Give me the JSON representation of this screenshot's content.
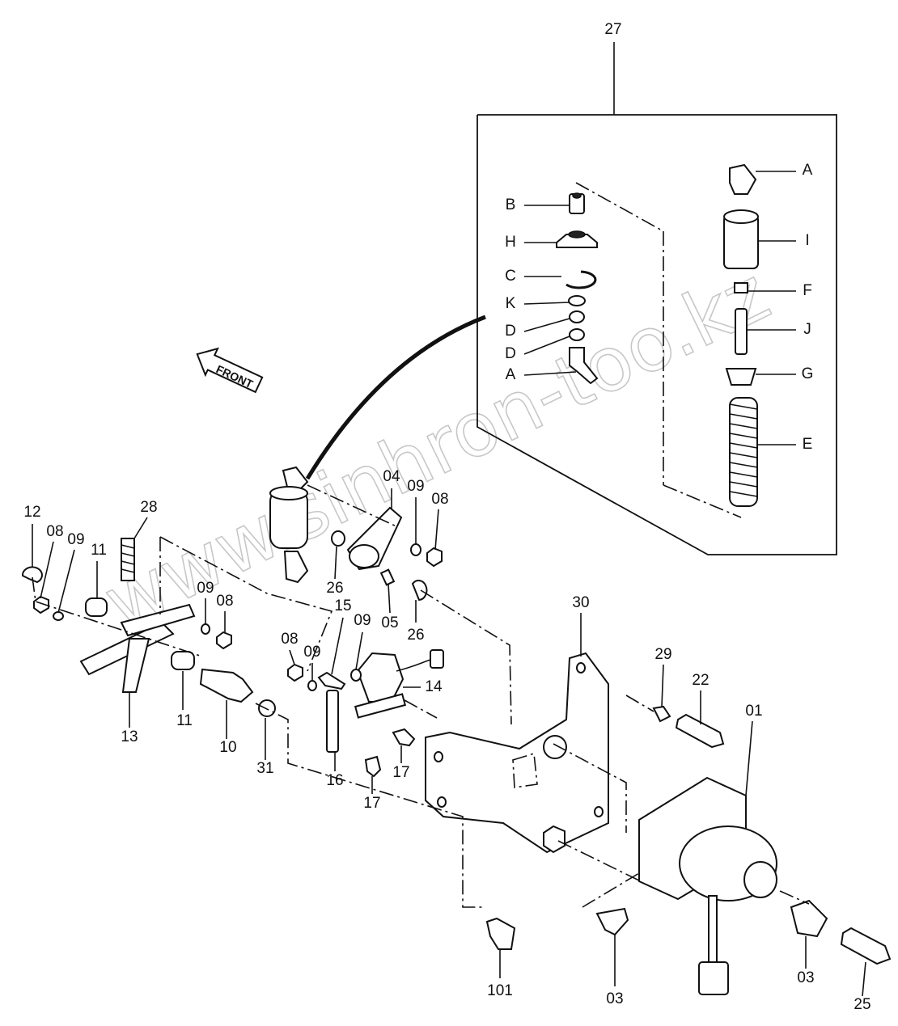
{
  "diagram": {
    "front_label": "FRONT",
    "watermark": "www.sinhron-too.kz",
    "callouts": {
      "c27": "27",
      "cA1": "A",
      "cI": "I",
      "cF": "F",
      "cJ": "J",
      "cG": "G",
      "cE": "E",
      "cB": "B",
      "cH": "H",
      "cC": "C",
      "cK": "K",
      "cD1": "D",
      "cD2": "D",
      "cA2": "A",
      "c04": "04",
      "c09a": "09",
      "c08a": "08",
      "c12": "12",
      "c08b": "08",
      "c09b": "09",
      "c11a": "11",
      "c28": "28",
      "c09c": "09",
      "c08c": "08",
      "c26a": "26",
      "c26b": "26",
      "c05": "05",
      "c15": "15",
      "c09d": "09",
      "c08d": "08",
      "c09e": "09",
      "c14": "14",
      "c13": "13",
      "c11b": "11",
      "c10": "10",
      "c31": "31",
      "c16": "16",
      "c17a": "17",
      "c17b": "17",
      "c30": "30",
      "c29": "29",
      "c22": "22",
      "c01": "01",
      "c101": "101",
      "c03a": "03",
      "c03b": "03",
      "c25": "25"
    }
  }
}
